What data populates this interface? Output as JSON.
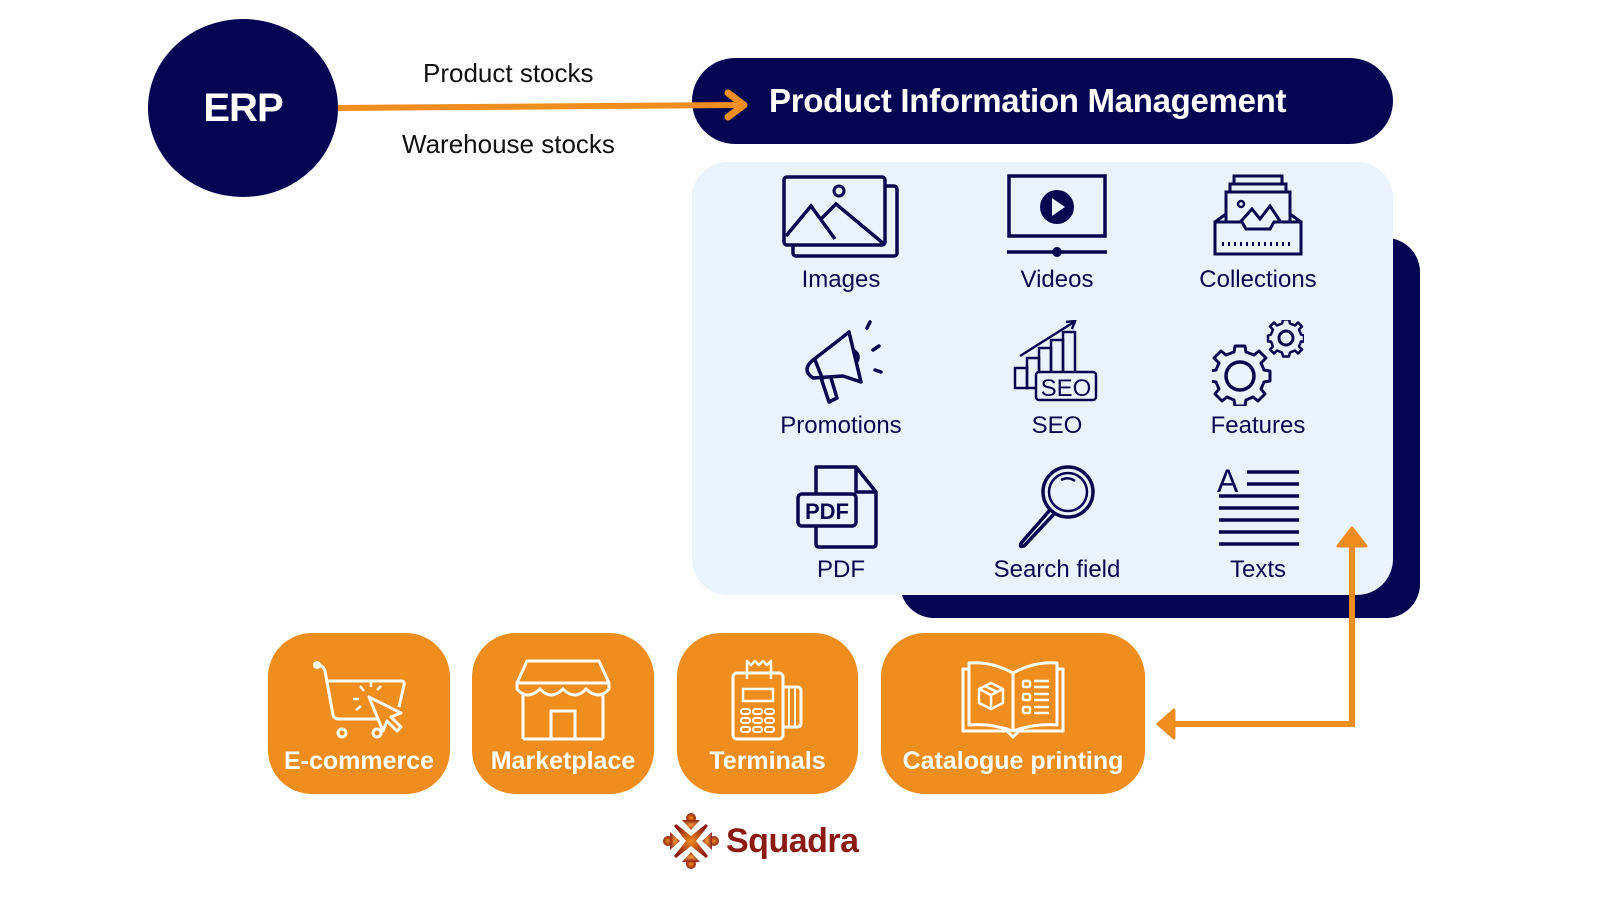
{
  "colors": {
    "navy": "#030452",
    "orange": "#ef8d1e",
    "panel_bg": "#eaf3fe",
    "brand_red": "#8b1a12"
  },
  "erp": {
    "label": "ERP"
  },
  "flow": {
    "top_label": "Product stocks",
    "bottom_label": "Warehouse stocks"
  },
  "pim": {
    "title": "Product Information Management",
    "items": [
      {
        "label": "Images",
        "icon": "images-icon"
      },
      {
        "label": "Videos",
        "icon": "video-icon"
      },
      {
        "label": "Collections",
        "icon": "collections-icon"
      },
      {
        "label": "Promotions",
        "icon": "megaphone-icon"
      },
      {
        "label": "SEO",
        "icon": "seo-chart-icon"
      },
      {
        "label": "Features",
        "icon": "gears-icon"
      },
      {
        "label": "PDF",
        "icon": "pdf-file-icon"
      },
      {
        "label": "Search field",
        "icon": "magnifier-icon"
      },
      {
        "label": "Texts",
        "icon": "text-lines-icon"
      }
    ]
  },
  "channels": [
    {
      "label": "E-commerce",
      "icon": "shopping-cart-icon"
    },
    {
      "label": "Marketplace",
      "icon": "storefront-icon"
    },
    {
      "label": "Terminals",
      "icon": "payment-terminal-icon"
    },
    {
      "label": "Catalogue printing",
      "icon": "catalogue-book-icon"
    }
  ],
  "logo": {
    "text": "Squadra"
  }
}
